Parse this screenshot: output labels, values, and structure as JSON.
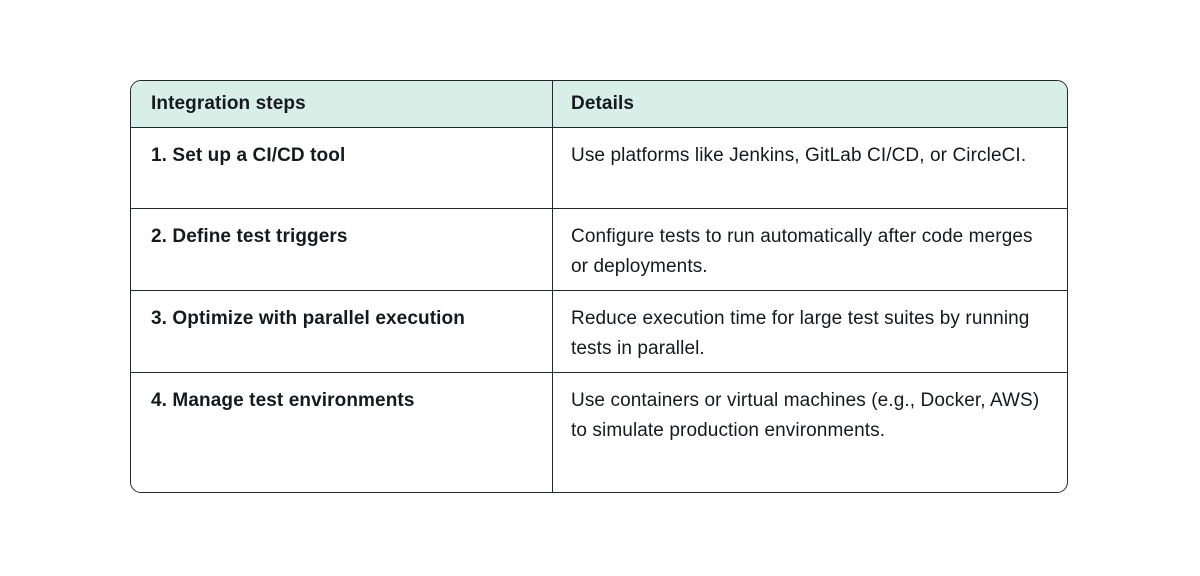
{
  "table": {
    "headers": {
      "steps": "Integration steps",
      "details": "Details"
    },
    "rows": [
      {
        "step": "1. Set up a CI/CD tool",
        "details": "Use platforms like Jenkins, GitLab CI/CD, or CircleCI."
      },
      {
        "step": "2. Define test triggers",
        "details": "Configure tests to run automatically after code merges or deployments."
      },
      {
        "step": "3. Optimize with parallel execution",
        "details": "Reduce execution time for large test suites by running tests in parallel."
      },
      {
        "step": "4. Manage test environments",
        "details": "Use containers or virtual machines (e.g., Docker, AWS) to simulate production environments."
      }
    ],
    "colors": {
      "header_bg": "#d8efe7",
      "border": "#23282c",
      "text": "#16191d",
      "page_bg": "#ffffff"
    }
  }
}
